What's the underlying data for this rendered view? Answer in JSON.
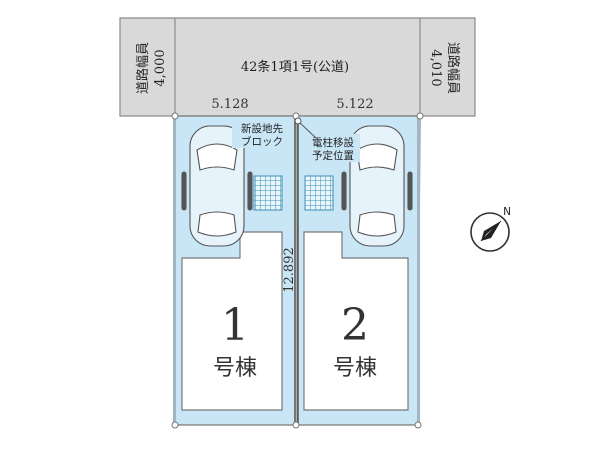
{
  "road": {
    "label": "42条1項1号(公道)",
    "width_left_label": "道路幅員",
    "width_left_value": "4,000",
    "width_right_label": "道路幅員",
    "width_right_value": "4,010"
  },
  "frontage": {
    "left": "5.128",
    "right": "5.122"
  },
  "depth": "12.892",
  "annotations": {
    "block_line1": "新設地先",
    "block_line2": "ブロック",
    "pole_line1": "電柱移設",
    "pole_line2": "予定位置"
  },
  "lots": [
    {
      "number": "1",
      "label": "号棟"
    },
    {
      "number": "2",
      "label": "号棟"
    }
  ],
  "compass": {
    "icon": "north-arrow-icon",
    "letter": "N"
  },
  "colors": {
    "road_fill": "#d9d9d9",
    "lot_fill": "#c9e6f6",
    "building_fill": "#ffffff",
    "line": "#7a7a7a",
    "parking_grid": "#4aa3c9"
  }
}
